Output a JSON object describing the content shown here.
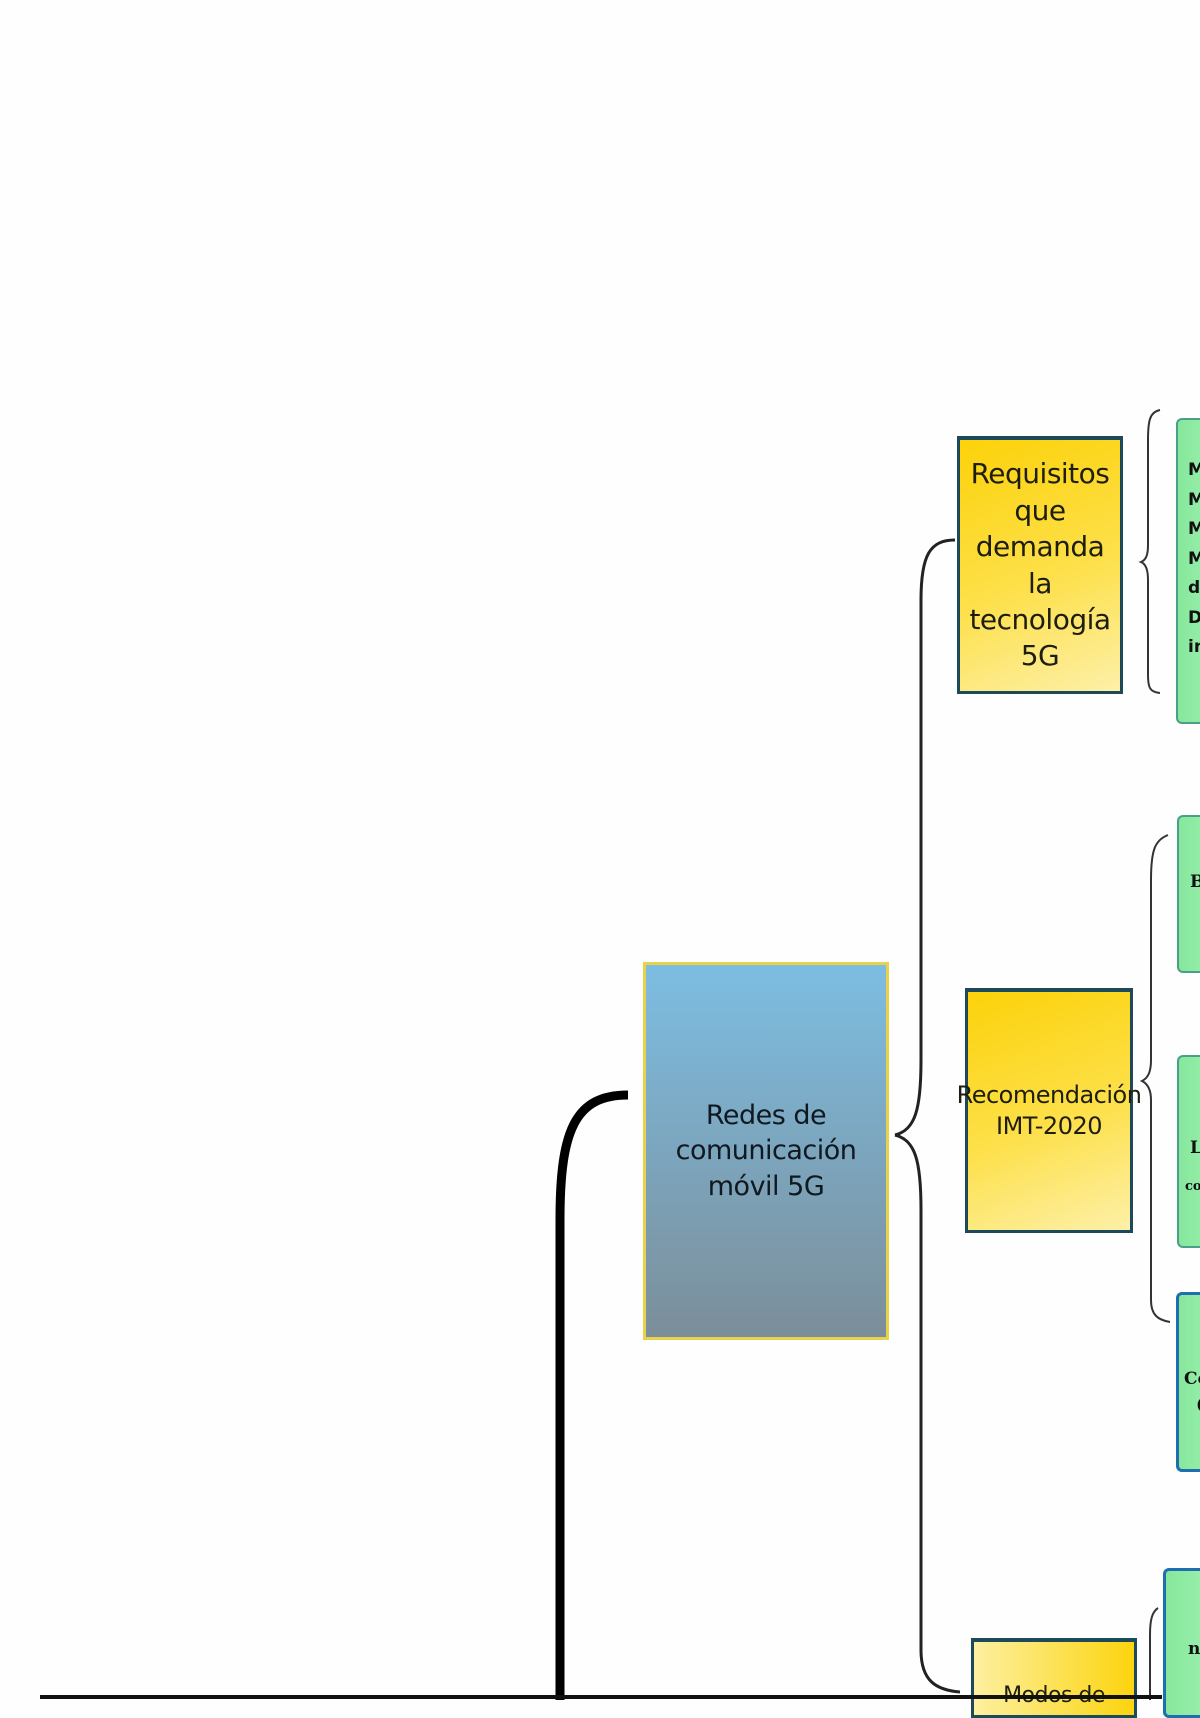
{
  "central": {
    "title": "Redes de comunicación móvil 5G"
  },
  "branches": [
    {
      "title": "Requisitos que demanda la tecnología 5G",
      "children": [
        {
          "fragments": [
            "M",
            "M",
            "M",
            "M",
            "d",
            "D",
            "in"
          ]
        }
      ]
    },
    {
      "title": "Recomendación IMT-2020",
      "children": [
        {
          "fragments": [
            "B"
          ]
        },
        {
          "fragments": [
            "L",
            "co"
          ]
        },
        {
          "fragments": [
            "Co",
            "("
          ]
        }
      ]
    },
    {
      "title": "Modos de",
      "children": [
        {
          "fragments": [
            "n"
          ]
        }
      ]
    }
  ],
  "colors": {
    "central_top": "#7dbde2",
    "central_bottom": "#7b8e99",
    "branch": "#fcd20a",
    "leaf": "#86e79c",
    "line": "#111111"
  }
}
